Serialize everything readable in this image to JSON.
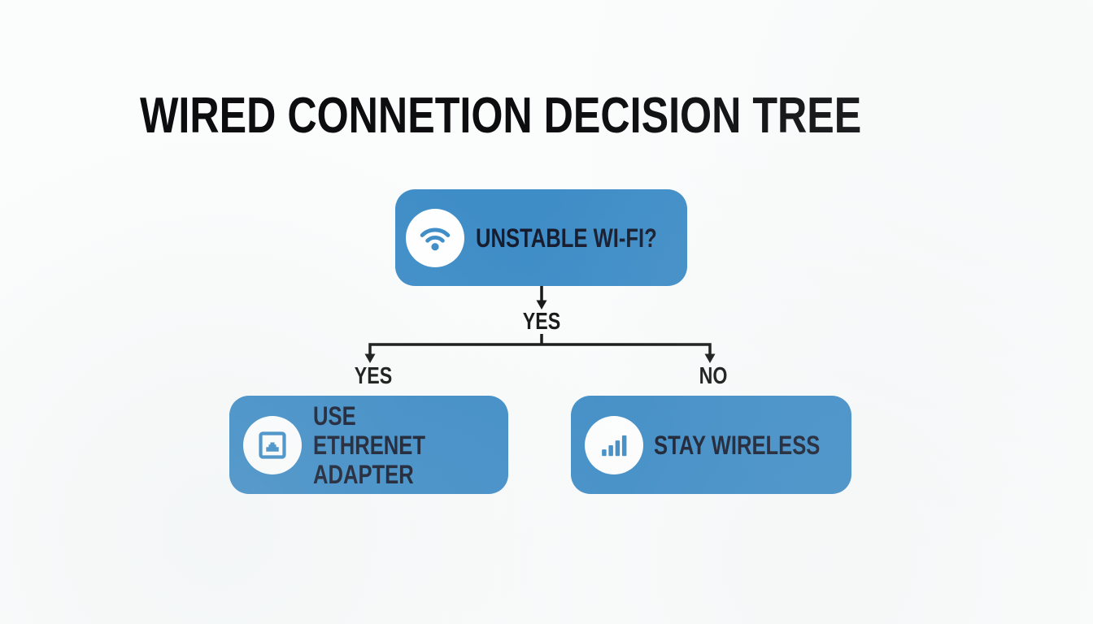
{
  "title": "WIRED CONNETION DECISION TREE",
  "nodes": {
    "root": {
      "label": "UNSTABLE WI-FI?",
      "icon": "wifi-icon"
    },
    "left": {
      "label": "USE ETHRENET ADAPTER",
      "icon": "ethernet-port-icon"
    },
    "right": {
      "label": "STAY WIRELESS",
      "icon": "signal-bars-icon"
    }
  },
  "edge_labels": {
    "root_to_branch": "YES",
    "left_branch": "YES",
    "right_branch": "NO"
  },
  "colors": {
    "background": "#fbfcfc",
    "node_fill": "#3f8dc7",
    "node_text": "#161c2e",
    "icon_circle": "#ffffff",
    "line": "#141414",
    "title": "#0d0d0f"
  }
}
